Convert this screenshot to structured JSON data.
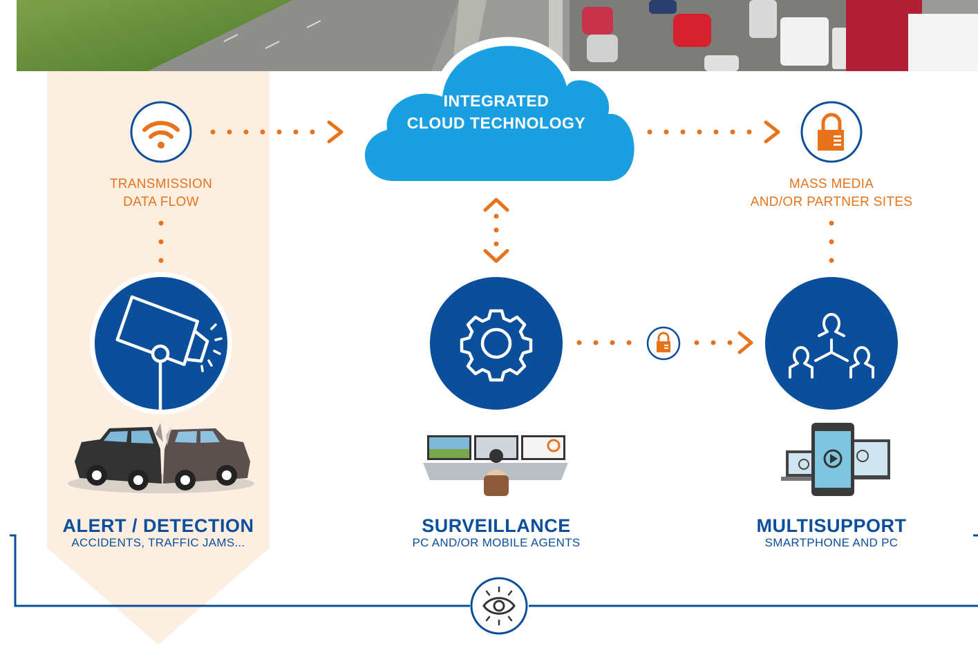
{
  "cloud": {
    "line1": "INTEGRATED",
    "line2": "CLOUD TECHNOLOGY"
  },
  "transmission": {
    "line1": "TRANSMISSION",
    "line2": "DATA FLOW"
  },
  "mass_media": {
    "line1": "MASS MEDIA",
    "line2": "AND/OR PARTNER SITES"
  },
  "alert": {
    "title": "ALERT / DETECTION",
    "subtitle": "ACCIDENTS, TRAFFIC JAMS..."
  },
  "surveillance": {
    "title": "SURVEILLANCE",
    "subtitle": "PC AND/OR MOBILE AGENTS"
  },
  "multisupport": {
    "title": "MULTISUPPORT",
    "subtitle": "SMARTPHONE AND PC"
  },
  "icons": [
    "wifi-icon",
    "cloud-icon",
    "lock-icon",
    "security-camera-icon",
    "car-crash-icon",
    "gear-icon",
    "operator-monitors-icon",
    "network-people-icon",
    "devices-icon",
    "eye-icon"
  ],
  "colors": {
    "blue": "#0b4f9c",
    "orange": "#e8731c",
    "cloud": "#1a9fe0",
    "band": "#fdeee2"
  }
}
